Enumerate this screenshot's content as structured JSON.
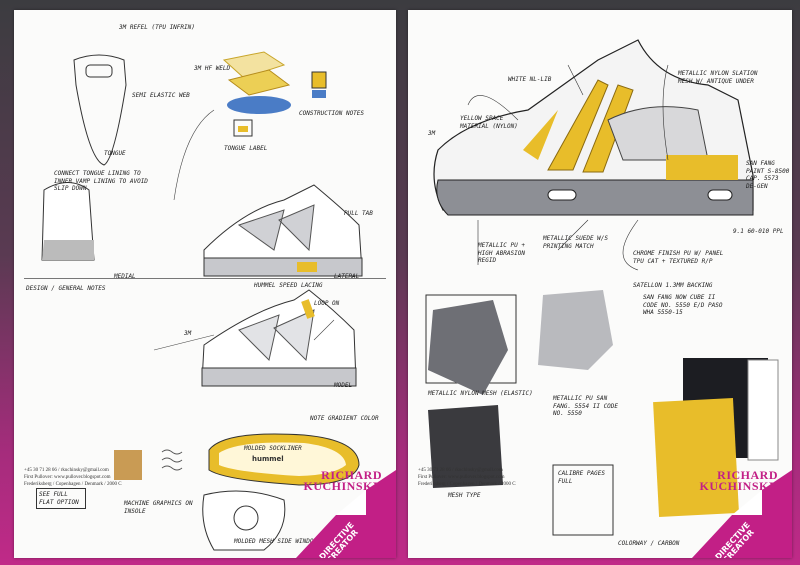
{
  "left_sheet": {
    "notes": [
      "3M REFEL (TPU INFRIN)",
      "3M HF WELD",
      "SEMI ELASTIC WEB",
      "TONGUE",
      "CONSTRUCTION NOTES",
      "CONNECT TONGUE LINING TO INNER VAMP LINING TO AVOID SLIP DOWN",
      "TONGUE LABEL",
      "PULL TAB",
      "LATERAL",
      "MEDIAL",
      "DESIGN / GENERAL NOTES",
      "NOTE GRADIENT COLOR",
      "LOOP ON",
      "HUMMEL SPEED LACING",
      "3M",
      "MODEL",
      "MACHINE GRAPHICS ON INSOLE",
      "MOLDED SOCKLINER",
      "MOLDED MESH SIDE WINDOW",
      "SEE FULL FLAT OPTION"
    ],
    "insole_brand": "hummel",
    "contact": {
      "phone_email": "+45 30 71 28 66 / rkuchinsky@gmail.com",
      "web": "First Pullover: www.pullover.blogspot.com",
      "address": "Frederiksberg / Copenhagen / Denmark / 2000 C"
    }
  },
  "right_sheet": {
    "notes": [
      "WHITE NL-LIB",
      "METALLIC NYLON SLATION MESH W/ ANTIQUE UNDER",
      "YELLOW SPACE MATERIAL (NYLON)",
      "3M",
      "SAN FANG PAINT S-8500 CAP. 5573 DE-GEN",
      "9.1 60-010 PPL",
      "METALLIC PU + HIGH ABRASION REGID",
      "METALLIC SUEDE W/S PRINTING MATCH",
      "CHROME FINISH PU W/ PANEL TPU CAT + TEXTURED R/P",
      "SATELLON 1.3MM BACKING",
      "SAN FANG NOW CUBE II CODE NO. 5550 E/D PASO WHA 5550-15",
      "METALLIC NYLON MESH (ELASTIC)",
      "METALLIC PU SAN FANG. 5554 II CODE NO. 5550",
      "CALIBRE PAGES FULL",
      "MESH TYPE",
      "COLORWAY / CARBON"
    ],
    "contact": {
      "phone_email": "+45 30 71 28 66 / rkuchinsky@gmail.com",
      "web": "First Pullover: www.pullover.blogspot.com",
      "address": "Frederiksberg / Copenhagen / Denmark / 2000 C"
    }
  },
  "branding": {
    "name_line1": "RICHARD",
    "name_line2": "KUCHINSKY",
    "badge_line1": "DIRECTIVE",
    "badge_line2": "CREATOR"
  },
  "colors": {
    "magenta": "#c21f86",
    "yellow": "#e8bd2a",
    "gray": "#9a9ca3",
    "blue": "#4a7cc6"
  }
}
